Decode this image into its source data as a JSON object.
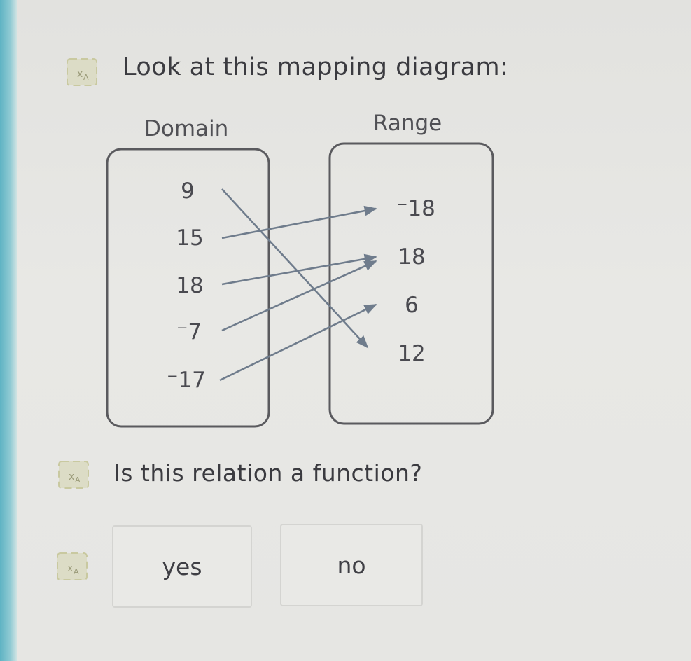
{
  "question": {
    "prompt": "Look at this mapping diagram:",
    "function_question": "Is this relation a function?"
  },
  "diagram": {
    "domain_title": "Domain",
    "range_title": "Range",
    "domain": [
      "9",
      "15",
      "18",
      "⁻7",
      "⁻17"
    ],
    "range": [
      "⁻18",
      "18",
      "6",
      "12"
    ],
    "mappings": [
      {
        "from": "9",
        "to": "12"
      },
      {
        "from": "15",
        "to": "-18"
      },
      {
        "from": "18",
        "to": "18"
      },
      {
        "from": "-7",
        "to": "18"
      },
      {
        "from": "-17",
        "to": "6"
      }
    ]
  },
  "answers": {
    "yes_label": "yes",
    "no_label": "no"
  },
  "icons": [
    "text-to-speech-icon"
  ],
  "colors": {
    "background": "#e4e4e2",
    "arrow": "#6f7c8c",
    "box_border": "#5a5a5e"
  }
}
